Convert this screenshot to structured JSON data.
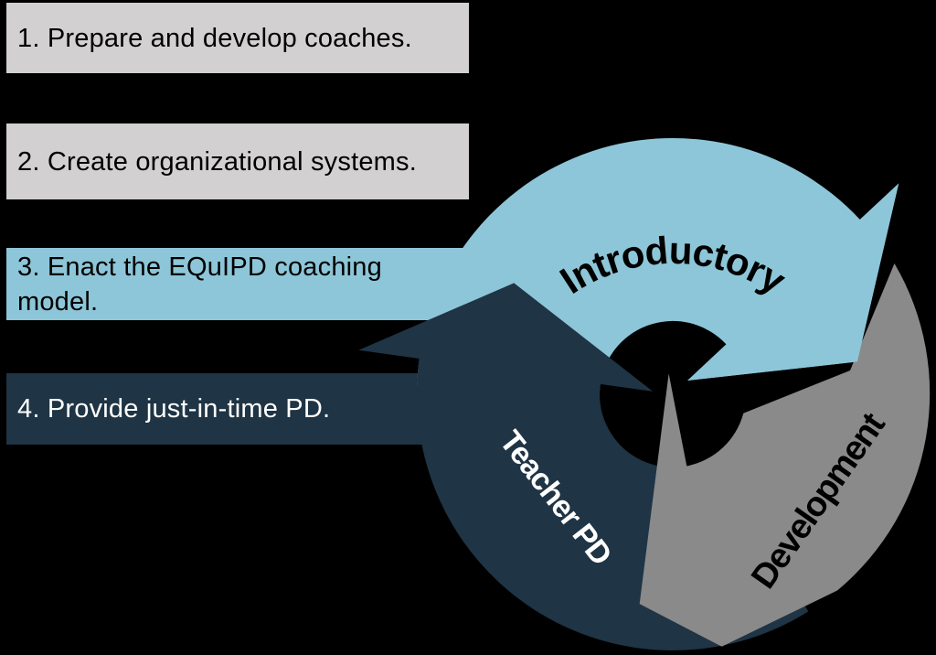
{
  "canvas": {
    "background": "#000000"
  },
  "steps": [
    {
      "label": "1. Prepare and develop coaches.",
      "bg": "#d2d0d0",
      "fg": "#000000"
    },
    {
      "label": "2. Create organizational systems.",
      "bg": "#d2d0d0",
      "fg": "#000000"
    },
    {
      "label": "3. Enact the EQuIPD coaching model.",
      "bg": "#8dc6d8",
      "fg": "#000000"
    },
    {
      "label": "4. Provide just-in-time PD.",
      "bg": "#1f3444",
      "fg": "#ffffff"
    }
  ],
  "cycle": {
    "segments": [
      {
        "label": "Introductory",
        "color": "#8dc6d8",
        "text_color": "#000000"
      },
      {
        "label": "Development",
        "color": "#8a8a8a",
        "text_color": "#000000"
      },
      {
        "label": "Teacher PD",
        "color": "#1f3444",
        "text_color": "#ffffff"
      }
    ]
  }
}
